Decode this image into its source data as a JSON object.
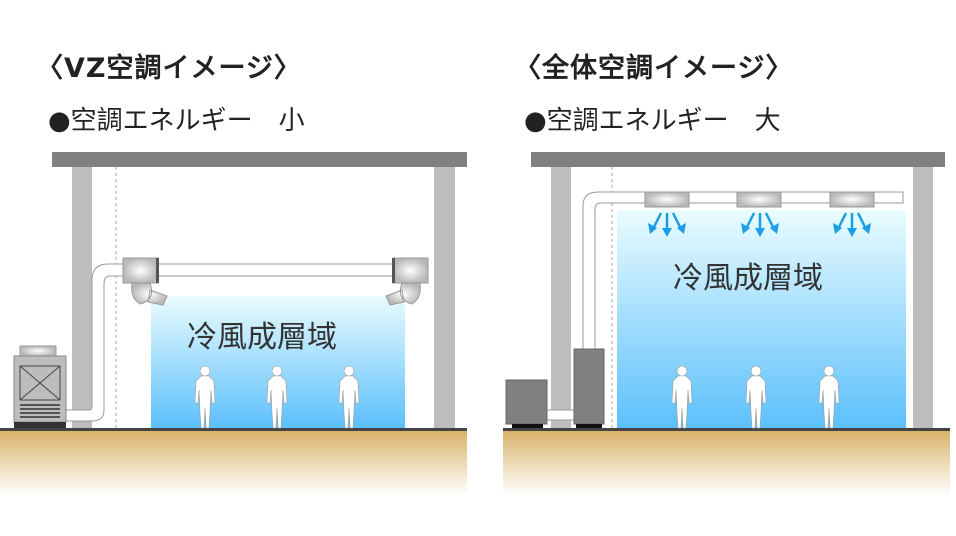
{
  "left": {
    "title": "〈VZ空調イメージ〉",
    "energy": "●空調エネルギー　小",
    "zone_label": "冷風成層域"
  },
  "right": {
    "title": "〈全体空調イメージ〉",
    "energy": "●空調エネルギー　大",
    "zone_label": "冷風成層域"
  },
  "colors": {
    "roof": "#808080",
    "pillar": "#bdbdbd",
    "floor": "#d9b36b",
    "arrow": "#1a9ee6",
    "zone_top": "#eafcff",
    "zone_bottom": "#5cc0fb"
  }
}
